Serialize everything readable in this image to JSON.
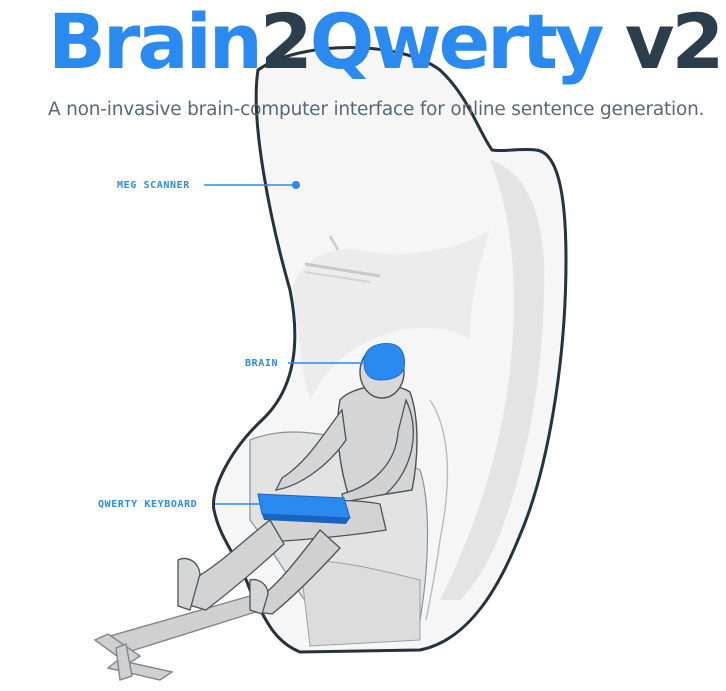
{
  "header": {
    "title_part1": "Brain",
    "title_part2": "2",
    "title_part3": "Qwerty",
    "title_part4": " v2",
    "subtitle": "A non-invasive brain-computer interface for online sentence generation."
  },
  "callouts": [
    {
      "id": "meg-scanner",
      "label": "MEG SCANNER"
    },
    {
      "id": "brain",
      "label": "BRAIN"
    },
    {
      "id": "qwerty-keyboard",
      "label": "QWERTY KEYBOARD"
    }
  ],
  "colors": {
    "accent": "#2b8af0",
    "title_dark": "#2c3e4c",
    "subtitle": "#5b6775",
    "outline": "#26323c",
    "shell_fill": "#f6f6f6",
    "shadow": "#dcdcdc",
    "body_fill": "#d5d5d5"
  }
}
